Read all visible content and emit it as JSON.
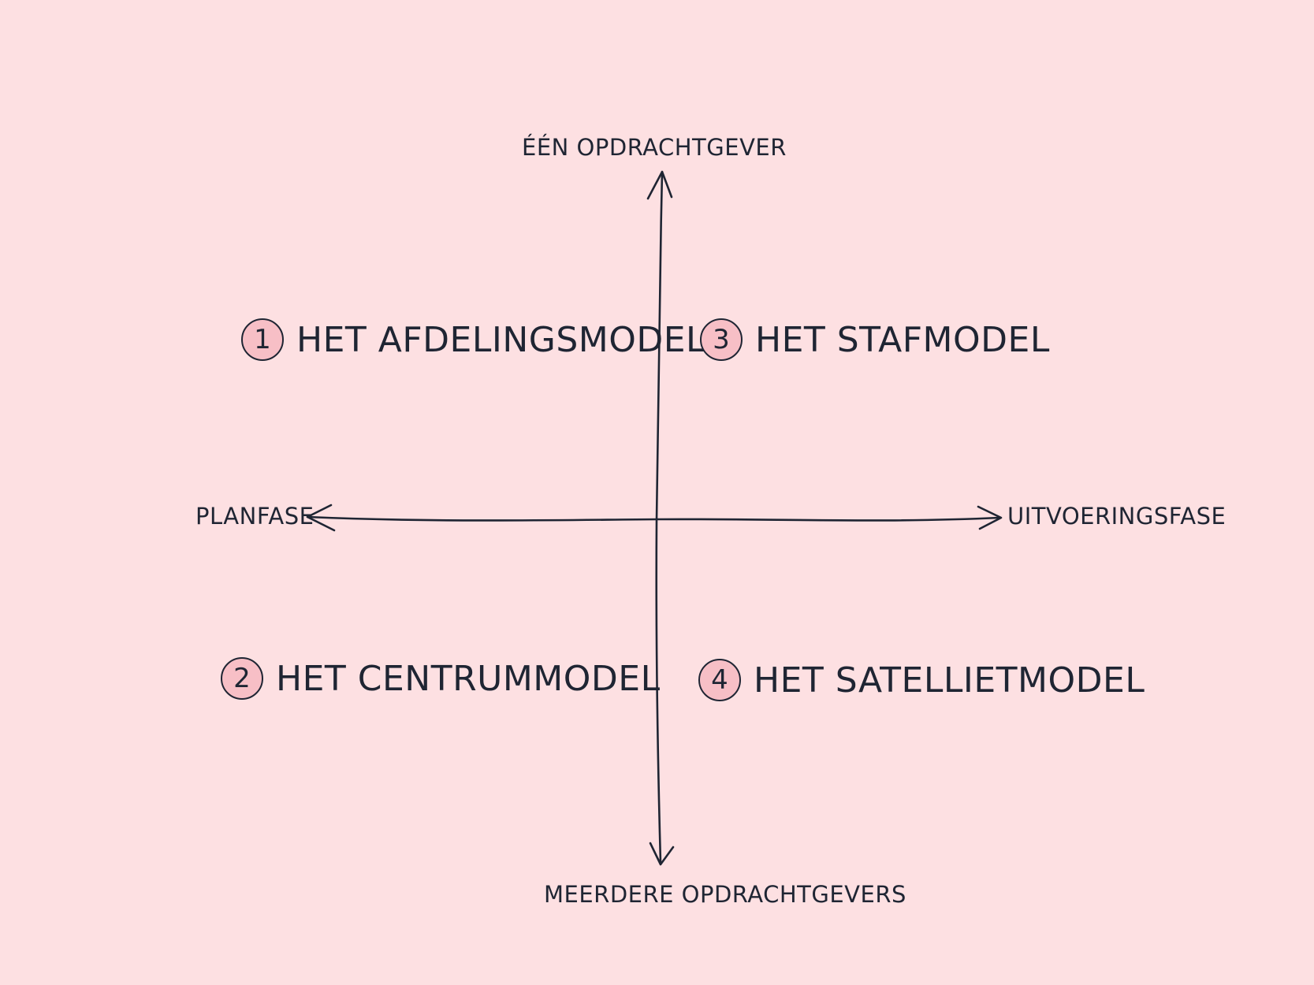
{
  "axes": {
    "top": "ÉÉN OPDRACHTGEVER",
    "bottom": "MEERDERE OPDRACHTGEVERS",
    "left": "PLANFASE",
    "right": "UITVOERINGSFASE"
  },
  "quadrants": [
    {
      "number": "1",
      "label": "HET AFDELINGSMODEL"
    },
    {
      "number": "2",
      "label": "HET CENTRUMMODEL"
    },
    {
      "number": "3",
      "label": "HET STAFMODEL"
    },
    {
      "number": "4",
      "label": "HET SATELLIETMODEL"
    }
  ],
  "colors": {
    "background": "#fde0e2",
    "ink": "#1f2533",
    "badge_fill": "#f7bfc6"
  }
}
